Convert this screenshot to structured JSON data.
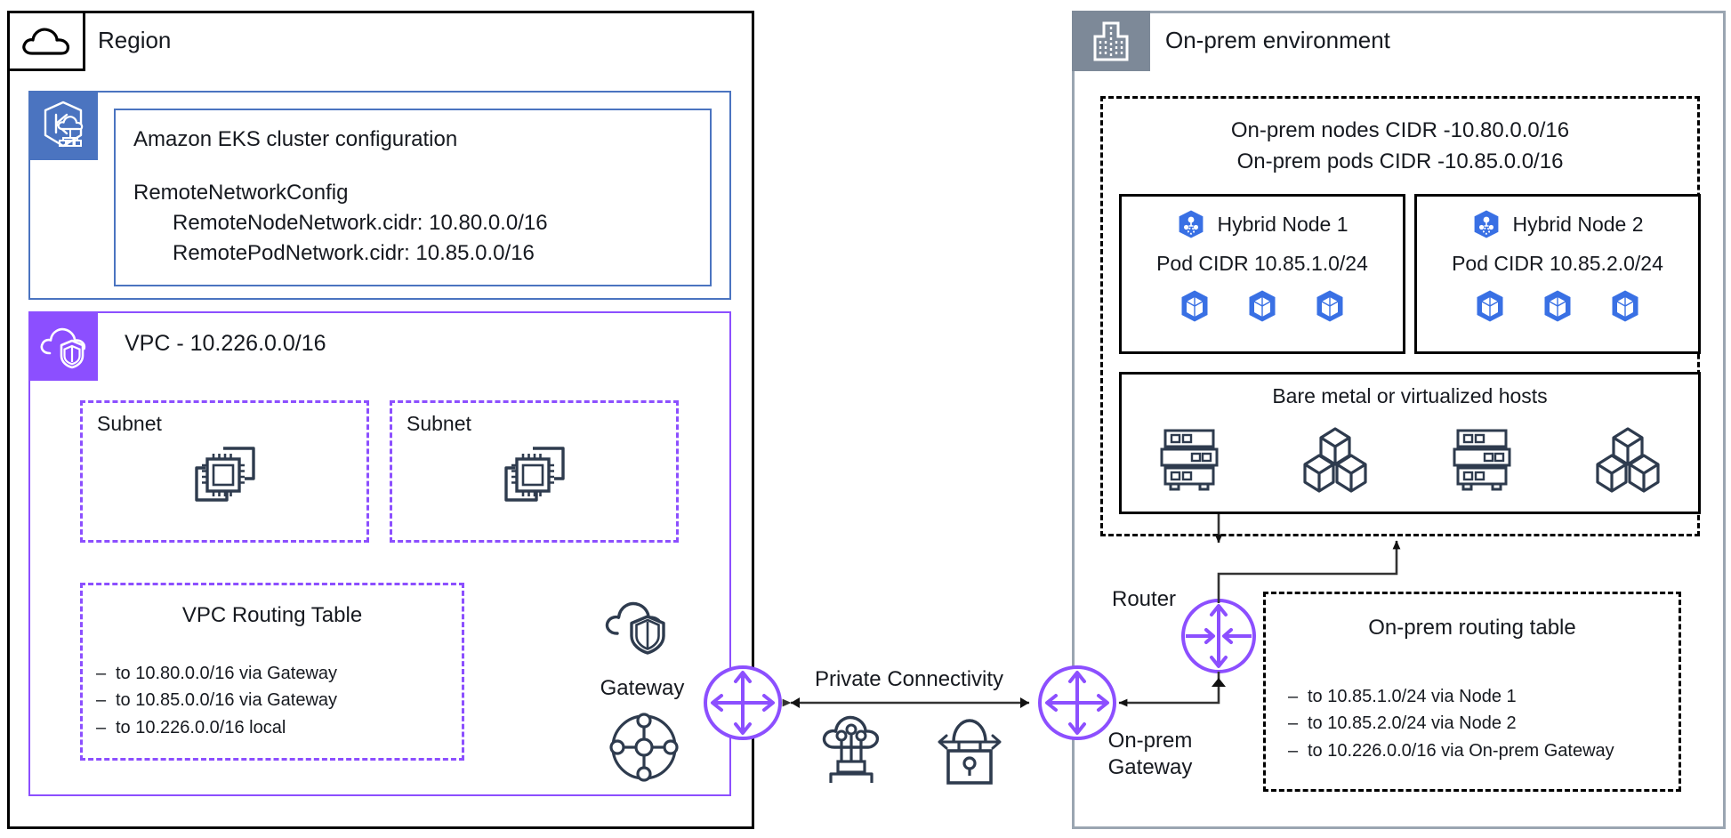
{
  "region": {
    "title": "Region",
    "icon": "cloud-region-icon"
  },
  "eks": {
    "icon": "amazon-eks-icon",
    "heading": "Amazon EKS cluster configuration",
    "config_key": "RemoteNetworkConfig",
    "config_lines": [
      "RemoteNodeNetwork.cidr: 10.80.0.0/16",
      "RemotePodNetwork.cidr: 10.85.0.0/16"
    ]
  },
  "vpc": {
    "icon": "vpc-shield-icon",
    "title": "VPC - 10.226.0.0/16",
    "subnets": [
      {
        "label": "Subnet",
        "icon": "ec2-instances-icon"
      },
      {
        "label": "Subnet",
        "icon": "ec2-instances-icon"
      }
    ],
    "routing_table": {
      "title": "VPC Routing Table",
      "routes": [
        "to 10.80.0.0/16 via Gateway",
        "to 10.85.0.0/16 via Gateway",
        "to 10.226.0.0/16 local"
      ]
    },
    "gateway": {
      "label": "Gateway",
      "cloud_icon": "cloud-shield-gateway-icon",
      "hub_icon": "transit-hub-icon",
      "node_icon": "gateway-node-icon"
    }
  },
  "middle": {
    "connectivity_label": "Private Connectivity",
    "direct_connect_icon": "direct-connect-icon",
    "vpn_icon": "vpn-lock-icon",
    "arrow_icon": "double-arrow-icon"
  },
  "onprem": {
    "title": "On-prem environment",
    "icon": "building-icon",
    "cidr_lines": [
      "On-prem nodes CIDR -10.80.0.0/16",
      "On-prem pods CIDR -10.85.0.0/16"
    ],
    "nodes": [
      {
        "name": "Hybrid Node 1",
        "cidr": "Pod CIDR 10.85.1.0/24",
        "icon": "kubernetes-node-icon",
        "pods": 3,
        "pod_icon": "kubernetes-pod-icon"
      },
      {
        "name": "Hybrid Node 2",
        "cidr": "Pod CIDR 10.85.2.0/24",
        "icon": "kubernetes-node-icon",
        "pods": 3,
        "pod_icon": "kubernetes-pod-icon"
      }
    ],
    "hosts": {
      "title": "Bare metal or virtualized hosts",
      "icons": [
        "server-rack-icon",
        "cubes-icon",
        "server-rack-icon",
        "cubes-icon"
      ]
    },
    "router": {
      "label": "Router",
      "icon": "router-icon"
    },
    "gateway": {
      "label": "On-prem\nGateway",
      "label_line1": "On-prem",
      "label_line2": "Gateway",
      "icon": "gateway-arrows-icon"
    },
    "routing_table": {
      "title": "On-prem routing table",
      "routes": [
        "to 10.85.1.0/24 via Node 1",
        "to 10.85.2.0/24 via Node 2",
        "to 10.226.0.0/16 via On-prem Gateway"
      ]
    }
  },
  "colors": {
    "aws_purple": "#8c4fff",
    "eks_blue": "#4b74c0",
    "onprem_gray": "#7d8998",
    "ink": "#2e3b4e",
    "k8s_blue": "#3970e4"
  }
}
